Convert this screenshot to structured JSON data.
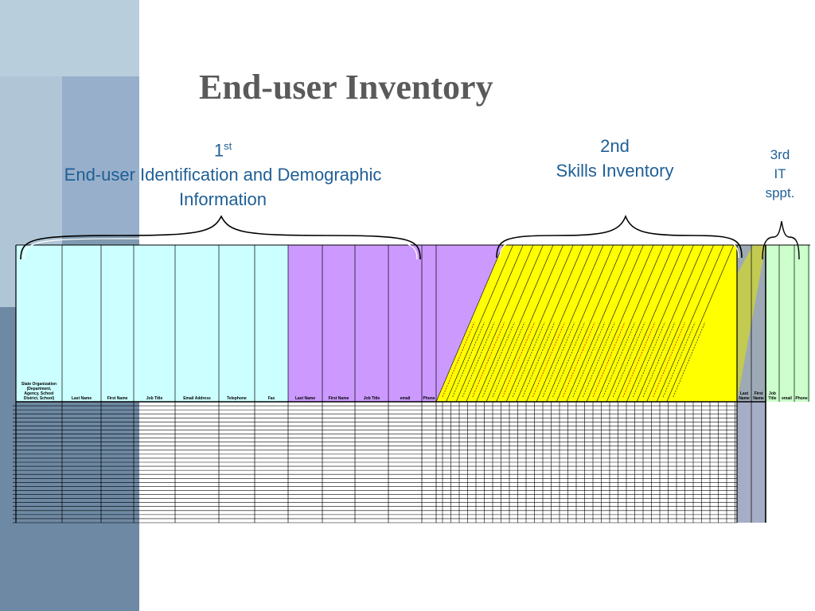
{
  "title": "End-user Inventory",
  "sections": [
    {
      "number": "1",
      "ordinal_suffix": "st",
      "line1": "End-user Identification and Demographic",
      "line2": "Information"
    },
    {
      "number": "2nd",
      "line1": "Skills Inventory"
    },
    {
      "line1": "3rd",
      "line2": "IT",
      "line3": "sppt."
    }
  ],
  "colors": {
    "cyan_group": "#ccffff",
    "purple_group": "#cc99ff",
    "yellow_group": "#ffff00",
    "gray_group": "#9daab5",
    "green_group": "#ccffcc",
    "heading_text": "#1f5f96",
    "title_text": "#5a5a5a"
  },
  "table": {
    "cyan_columns": [
      "State Organization (Department, Agency, School District, School)",
      "Last Name",
      "First Name",
      "Job Title",
      "Email Address",
      "Telephone",
      "Fax"
    ],
    "purple_columns": [
      "Last Name",
      "First Name",
      "Job Title",
      "email",
      "Phone"
    ],
    "green_columns": [
      "Last Name",
      "First Name",
      "Job Title",
      "email",
      "Phone"
    ],
    "data_row_count": 30
  }
}
